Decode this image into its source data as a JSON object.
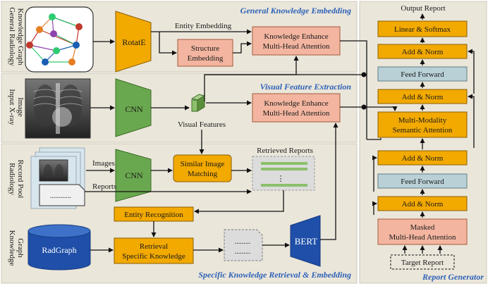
{
  "sections": {
    "general": "General Knowledge Embedding",
    "visual": "Visual Feature Extraction",
    "specific": "Specific Knowledge Retrieval & Embedding",
    "generator": "Report Generator"
  },
  "side_labels": {
    "graph_line1": "General Radiology",
    "graph_line2": "Knowledge Graph",
    "xray_line1": "Input X-ray",
    "xray_line2": "Image",
    "pool_line1": "Radiology",
    "pool_line2": "Record Pool",
    "kg_line1": "Knowledge",
    "kg_line2": "Graph"
  },
  "blocks": {
    "rotate": "RotatE",
    "cnn_top": "CNN",
    "cnn_bottom": "CNN",
    "structure_line1": "Structure",
    "structure_line2": "Embedding",
    "ke1_line1": "Knowledge Enhance",
    "ke1_line2": "Multi-Head Attention",
    "ke2_line1": "Knowledge Enhance",
    "ke2_line2": "Multi-Head Attention",
    "similar_line1": "Similar Image",
    "similar_line2": "Matching",
    "entity_recognition": "Entity Recognition",
    "retrieval_line1": "Retrieval",
    "retrieval_line2": "Specific Knowledge",
    "bert": "BERT",
    "radgraph": "RadGraph",
    "dots_reports": "............",
    "dots_doc_1": ".........",
    "dots_doc_2": ".........",
    "dots_retrieved": "⋮"
  },
  "edge_labels": {
    "entity_embedding": "Entity Embedding",
    "visual_features": "Visual Features",
    "retrieved_reports": "Retrieved Reports",
    "images": "Images",
    "reports": "Reports"
  },
  "generator": {
    "output": "Output Report",
    "linear_softmax": "Linear & Softmax",
    "add_norm_1": "Add & Norm",
    "feed_forward_1": "Feed Forward",
    "add_norm_2": "Add & Norm",
    "mm_line1": "Multi-Modality",
    "mm_line2": "Semantic Attention",
    "add_norm_3": "Add & Norm",
    "feed_forward_2": "Feed Forward",
    "add_norm_4": "Add & Norm",
    "masked_line1": "Masked",
    "masked_line2": "Multi-Head Attention",
    "target": "Target Report"
  },
  "colors": {
    "orange": "#f2a900",
    "salmon": "#f3b5a0",
    "green": "#6aa84f",
    "teal": "#b8d0d6",
    "panel": "#ebe6da",
    "section_title": "#2e63b8"
  }
}
